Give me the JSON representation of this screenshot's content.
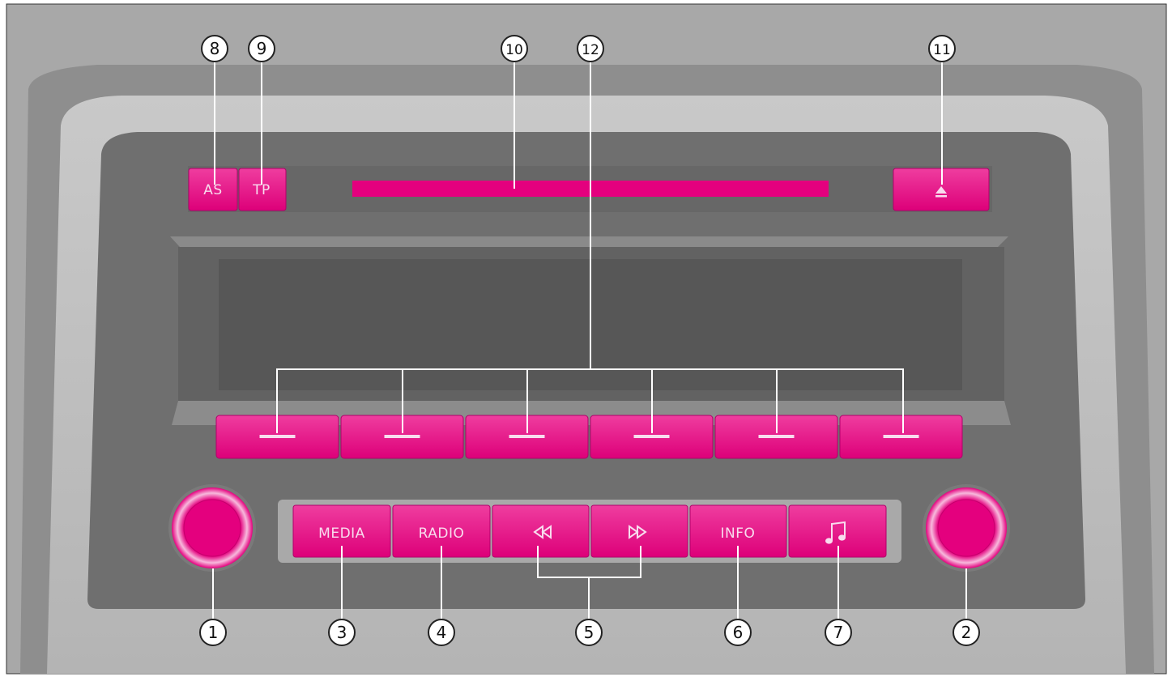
{
  "colors": {
    "frame": "#a8a8a8",
    "bezel": "#8f8f8f",
    "trim": "#bdbdbd",
    "face": "#6e6e6e",
    "display": "#585858",
    "accent": "#e4007e",
    "callout_line": "#ffffff"
  },
  "top_buttons": {
    "as_label": "AS",
    "tp_label": "TP",
    "eject_icon": "eject-icon"
  },
  "preset_buttons": [
    {
      "icon": "dash-icon"
    },
    {
      "icon": "dash-icon"
    },
    {
      "icon": "dash-icon"
    },
    {
      "icon": "dash-icon"
    },
    {
      "icon": "dash-icon"
    },
    {
      "icon": "dash-icon"
    }
  ],
  "bottom_buttons": {
    "media_label": "MEDIA",
    "radio_label": "RADIO",
    "rewind_icon": "rewind-icon",
    "forward_icon": "fast-forward-icon",
    "info_label": "INFO",
    "sound_icon": "music-note-icon"
  },
  "callouts": {
    "c1": "1",
    "c2": "2",
    "c3": "3",
    "c4": "4",
    "c5": "5",
    "c6": "6",
    "c7": "7",
    "c8": "8",
    "c9": "9",
    "c10": "10",
    "c11": "11",
    "c12": "12"
  }
}
